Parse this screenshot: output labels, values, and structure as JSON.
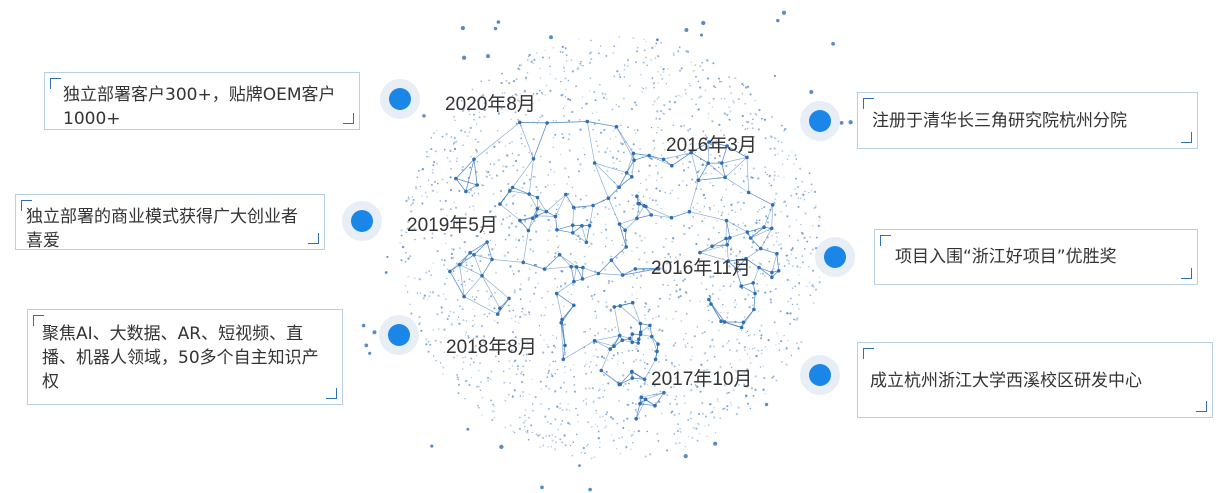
{
  "left_events": [
    {
      "text": "独立部署客户300+，贴牌OEM客户1000+",
      "date": "2020年8月"
    },
    {
      "text": "独立部署的商业模式获得广大创业者喜爱",
      "date": "2019年5月"
    },
    {
      "text": "聚焦AI、大数据、AR、短视频、直播、机器人领域，50多个自主知识产权",
      "date": "2018年8月"
    }
  ],
  "right_events": [
    {
      "text": "注册于清华长三角研究院杭州分院",
      "date": "2016年3月"
    },
    {
      "text": "项目入围“浙江好项目”优胜奖",
      "date": "2016年11月"
    },
    {
      "text": "成立杭州浙江大学西溪校区研发中心",
      "date": "2017年10月"
    }
  ],
  "colors": {
    "accent": "#1a86e8",
    "globe": "#2e6fb6",
    "card_border": "#b9cfe0"
  }
}
